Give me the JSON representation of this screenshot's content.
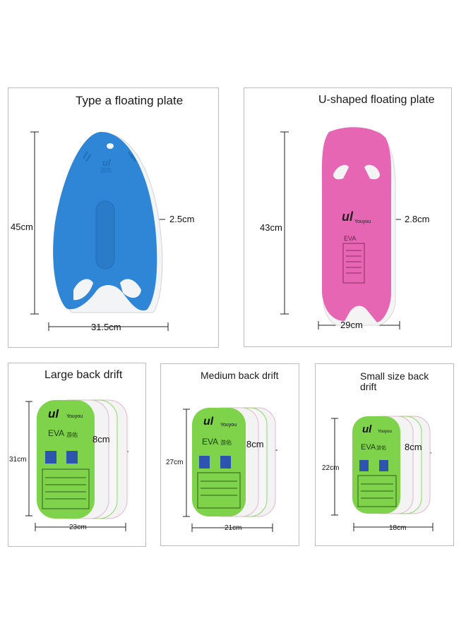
{
  "panels": {
    "type_a": {
      "title": "Type a floating plate",
      "height": "45cm",
      "thickness": "2.5cm",
      "width": "31.5cm",
      "board_color": "#2f86d6",
      "brand_text": "ul",
      "brand_sub": "游佑"
    },
    "u_shaped": {
      "title": "U-shaped floating plate",
      "height": "43cm",
      "thickness": "2.8cm",
      "width": "29cm",
      "board_color": "#e666b4",
      "brand_text": "ul",
      "brand_sub": "Youyou",
      "product_text": "EVA"
    },
    "large": {
      "title": "Large back drift",
      "height": "31cm",
      "thickness": "8cm",
      "width": "23cm",
      "board_color": "#7ed34a",
      "brand_text": "ul",
      "brand_sub": "Youyou",
      "product_text": "EVA",
      "product_sub": "游佑"
    },
    "medium": {
      "title": "Medium back drift",
      "height": "27cm",
      "thickness": "8cm",
      "width": "21cm",
      "board_color": "#7ed34a",
      "brand_text": "ul",
      "brand_sub": "Youyou",
      "product_text": "EVA",
      "product_sub": "游佑"
    },
    "small": {
      "title": "Small size back drift",
      "height": "22cm",
      "thickness": "8cm",
      "width": "18cm",
      "board_color": "#7ed34a",
      "brand_text": "ul",
      "brand_sub": "Youyou",
      "product_text": "EVA",
      "product_sub": "游佑"
    }
  }
}
